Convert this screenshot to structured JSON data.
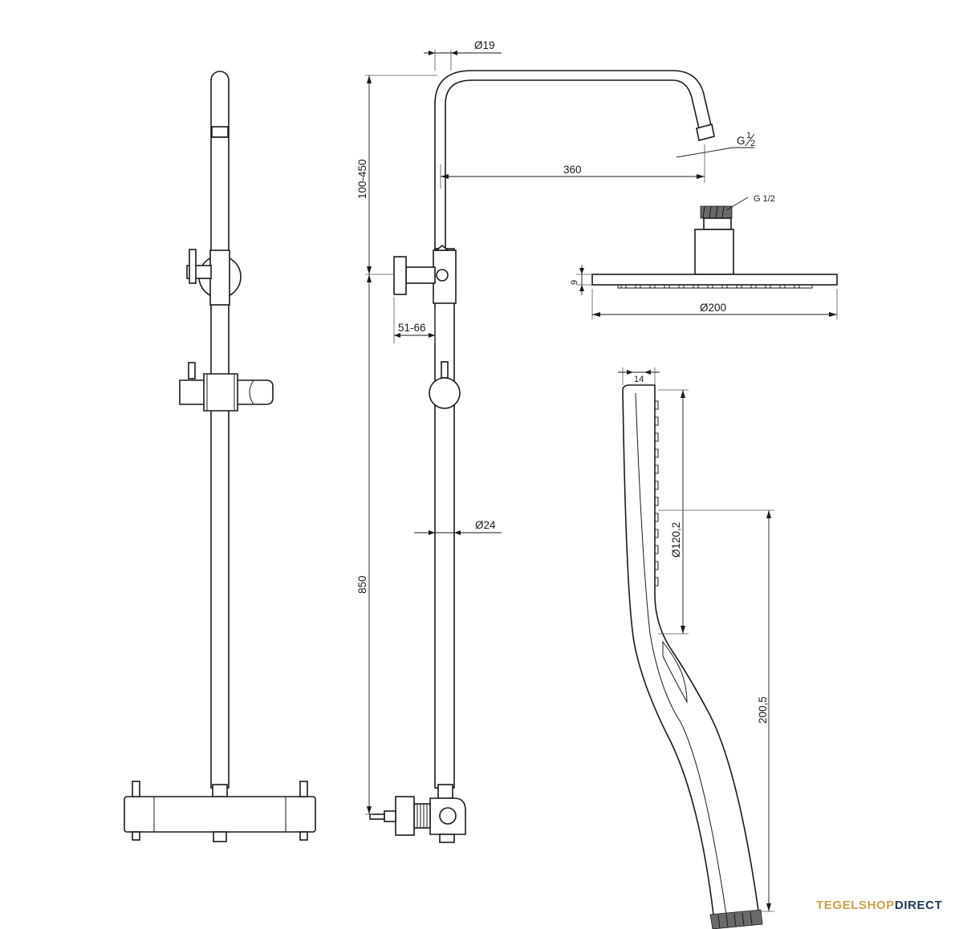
{
  "dimensions": {
    "pipe_diameter": "Ø19",
    "thread_top": "G",
    "thread_top_fraction_num": "1",
    "thread_top_fraction_den": "2",
    "arm_length": "360",
    "height_adjust": "100-450",
    "head_thread": "G 1/2",
    "head_thickness": "9",
    "head_diameter": "Ø200",
    "wall_offset": "51-66",
    "hand_thickness": "14",
    "hand_face": "Ø120,2",
    "rail_diameter": "Ø24",
    "rail_height": "850",
    "hand_length": "200,5"
  },
  "brand": {
    "part1": "TEGELSHOP",
    "part2": "DIRECT",
    "color1": "#c9a24a",
    "color2": "#1b3a5c"
  }
}
